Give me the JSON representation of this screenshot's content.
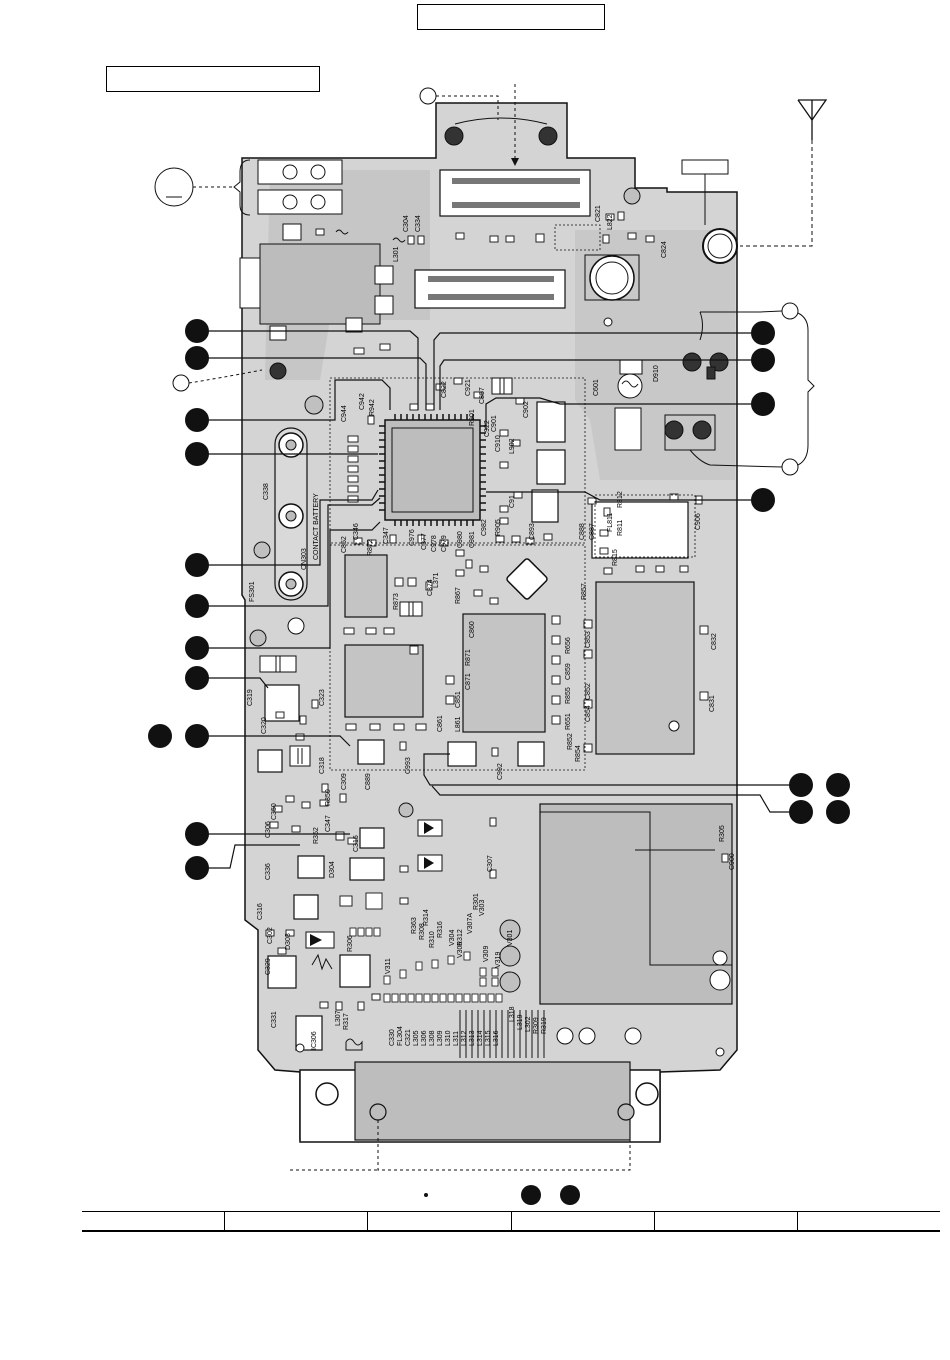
{
  "header": {
    "top_box_text": "",
    "left_box_text": ""
  },
  "board": {
    "pcb_color": "#d4d4d4",
    "trace_color": "#b3b3b3",
    "battery_contact_label": "CONTACT BATTERY",
    "connector_label": "CN303",
    "component_labels": [
      "C304",
      "C334",
      "L301",
      "C821",
      "L822",
      "C824",
      "C822",
      "C921",
      "C857",
      "R901",
      "D910",
      "C601",
      "C944",
      "C942",
      "R942",
      "C902",
      "C901",
      "C922",
      "L902",
      "C910",
      "C91",
      "R812",
      "FL811",
      "C906",
      "C888",
      "C887",
      "R811",
      "R815",
      "C338",
      "C346",
      "C347",
      "C852",
      "R872",
      "C976",
      "C377",
      "C978",
      "C980",
      "C981",
      "C982",
      "R905",
      "C979",
      "C893",
      "FS301",
      "R873",
      "C374",
      "L371",
      "R867",
      "R857",
      "R656",
      "C859",
      "R855",
      "C851",
      "R651",
      "C860",
      "R871",
      "C871",
      "L861",
      "C861",
      "C853",
      "C854",
      "R852",
      "R854",
      "C852",
      "C832",
      "C831",
      "C319",
      "C320",
      "C323",
      "C318",
      "C993",
      "C992",
      "R350",
      "R352",
      "C309",
      "C889",
      "C350",
      "C306",
      "C347",
      "C316",
      "D304",
      "C315",
      "C336",
      "C307",
      "R305",
      "C900",
      "R363",
      "R301",
      "R308",
      "R310",
      "R312",
      "R314",
      "R316",
      "V304",
      "V306",
      "V309",
      "V311",
      "V319",
      "V301",
      "V303",
      "V307A",
      "R317",
      "R306",
      "C302",
      "D303",
      "C329",
      "C331",
      "IC306",
      "L307",
      "C330",
      "FL304",
      "C321",
      "L305",
      "L306",
      "L308",
      "L309",
      "L310",
      "L311",
      "L312",
      "L313",
      "L314",
      "L315",
      "L316",
      "L318",
      "L319",
      "L302",
      "R309",
      "R319",
      "R320",
      "R321"
    ]
  },
  "footer_table": {
    "cells": [
      "",
      "",
      "",
      "",
      "",
      ""
    ]
  }
}
